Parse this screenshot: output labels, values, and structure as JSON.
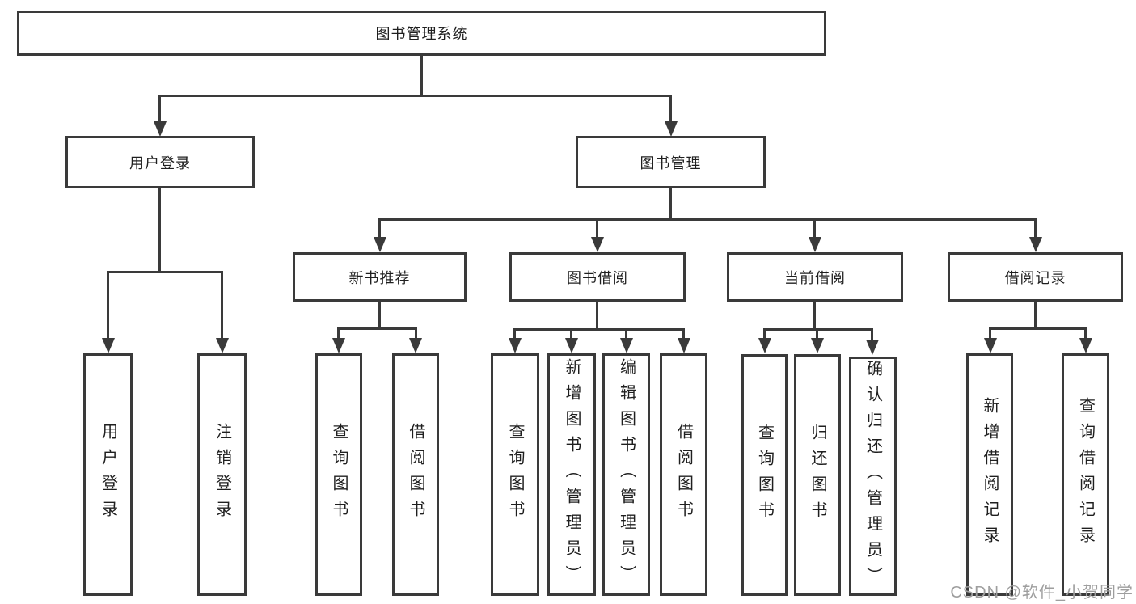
{
  "diagram_title": "图书管理系统",
  "watermark": "CSDN @软件_小贺同学",
  "colors": {
    "line": "#3a3a3a",
    "box_border": "#3a3a3a",
    "box_fill": "#ffffff",
    "text": "#1f1f1f",
    "watermark": "#9e9e9e",
    "background": "#ffffff"
  },
  "tree": {
    "label": "图书管理系统",
    "children": [
      {
        "label": "用户登录",
        "children": [
          {
            "label": "用户登录"
          },
          {
            "label": "注销登录"
          }
        ]
      },
      {
        "label": "图书管理",
        "children": [
          {
            "label": "新书推荐",
            "children": [
              {
                "label": "查询图书"
              },
              {
                "label": "借阅图书"
              }
            ]
          },
          {
            "label": "图书借阅",
            "children": [
              {
                "label": "查询图书"
              },
              {
                "label": "新增图书（管理员）"
              },
              {
                "label": "编辑图书（管理员）"
              },
              {
                "label": "借阅图书"
              }
            ]
          },
          {
            "label": "当前借阅",
            "children": [
              {
                "label": "查询图书"
              },
              {
                "label": "归还图书"
              },
              {
                "label": "确认归还（管理员）"
              }
            ]
          },
          {
            "label": "借阅记录",
            "children": [
              {
                "label": "新增借阅记录"
              },
              {
                "label": "查询借阅记录"
              }
            ]
          }
        ]
      }
    ]
  }
}
